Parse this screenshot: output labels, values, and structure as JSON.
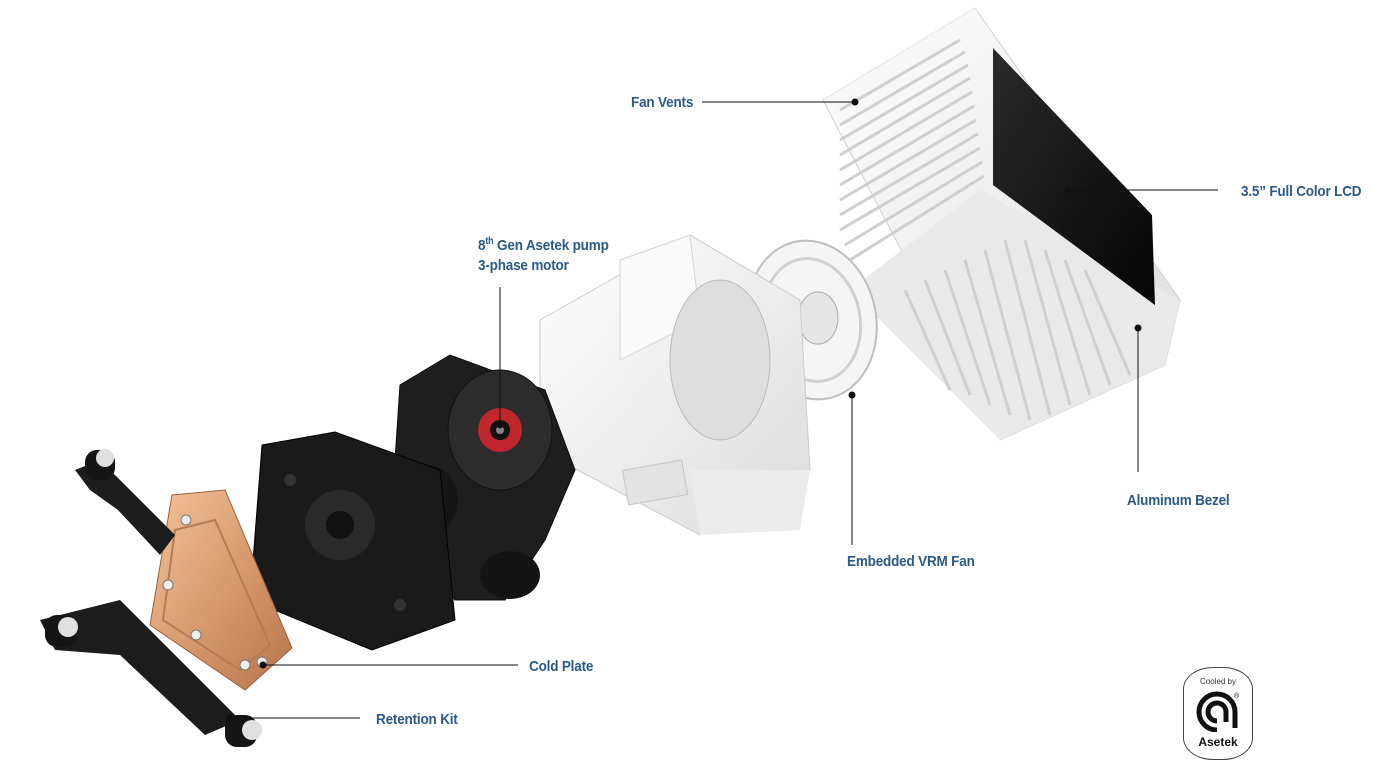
{
  "callouts": {
    "fan_vents": "Fan Vents",
    "lcd": "3.5” Full Color LCD",
    "pump_line1_prefix": "8",
    "pump_line1_sup": "th",
    "pump_line1_rest": " Gen Asetek pump",
    "pump_line2": "3-phase motor",
    "aluminum_bezel": "Aluminum Bezel",
    "vrm_fan": "Embedded VRM Fan",
    "cold_plate": "Cold Plate",
    "retention_kit": "Retention Kit"
  },
  "badge": {
    "top_text": "Cooled by",
    "brand": "Asetek",
    "registered": "®"
  },
  "colors": {
    "label": "#2b5a86",
    "copper": "#d89a6e",
    "black_part": "#1b1b1b",
    "white_part": "#f1f1f1",
    "pump_red": "#c0262c"
  }
}
